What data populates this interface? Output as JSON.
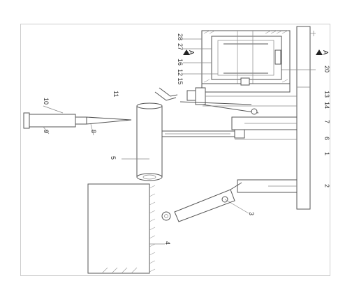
{
  "drawing": {
    "callouts": {
      "c1": "1",
      "c2": "2",
      "c3": "3",
      "c4": "4",
      "c5": "5",
      "c6": "6",
      "c7": "7",
      "c8": "8",
      "c9": "9",
      "c10": "10",
      "c11": "11",
      "c12_15": "12 15",
      "c13": "13",
      "c14": "14",
      "c16": "16",
      "c20": "20",
      "c27": "27",
      "c28": "28"
    },
    "section_marks": {
      "left": "A",
      "right": "A"
    }
  }
}
